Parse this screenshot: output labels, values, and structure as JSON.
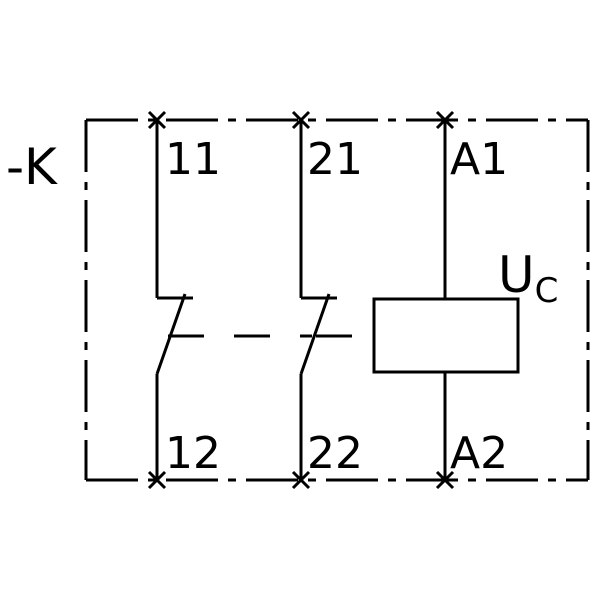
{
  "device": {
    "reference": "-K"
  },
  "contacts": [
    {
      "top_terminal": "11",
      "bottom_terminal": "12"
    },
    {
      "top_terminal": "21",
      "bottom_terminal": "22"
    }
  ],
  "coil": {
    "top_terminal": "A1",
    "bottom_terminal": "A2",
    "voltage_label_main": "U",
    "voltage_label_sub": "C"
  },
  "colors": {
    "line": "#000000",
    "background": "#ffffff"
  }
}
